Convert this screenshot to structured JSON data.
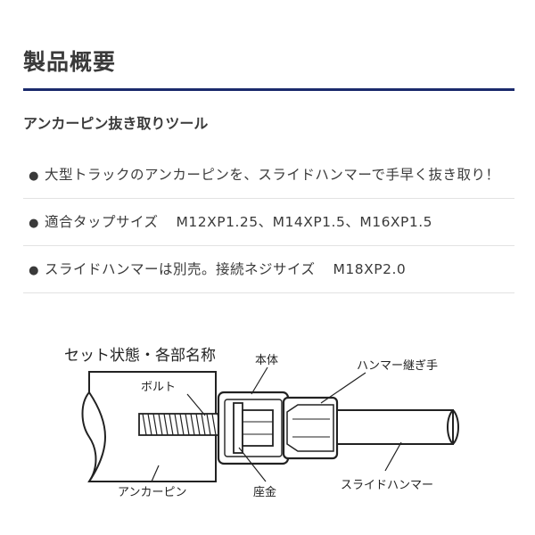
{
  "section": {
    "title": "製品概要",
    "accent_color": "#1a2a6c"
  },
  "product": {
    "name": "アンカーピン抜き取りツール"
  },
  "features": [
    {
      "text": "大型トラックのアンカーピンを、スライドハンマーで手早く抜き取り！",
      "spec": ""
    },
    {
      "text": "適合タップサイズ",
      "spec": "M12XP1.25、M14XP1.5、M16XP1.5"
    },
    {
      "text": "スライドハンマーは別売。接続ネジサイズ",
      "spec": "M18XP2.0"
    }
  ],
  "diagram": {
    "title": "セット状態・各部名称",
    "labels": {
      "body": "本体",
      "hammer_joint": "ハンマー継ぎ手",
      "bolt": "ボルト",
      "washer": "座金",
      "anchor_pin": "アンカーピン",
      "slide_hammer": "スライドハンマー"
    }
  }
}
